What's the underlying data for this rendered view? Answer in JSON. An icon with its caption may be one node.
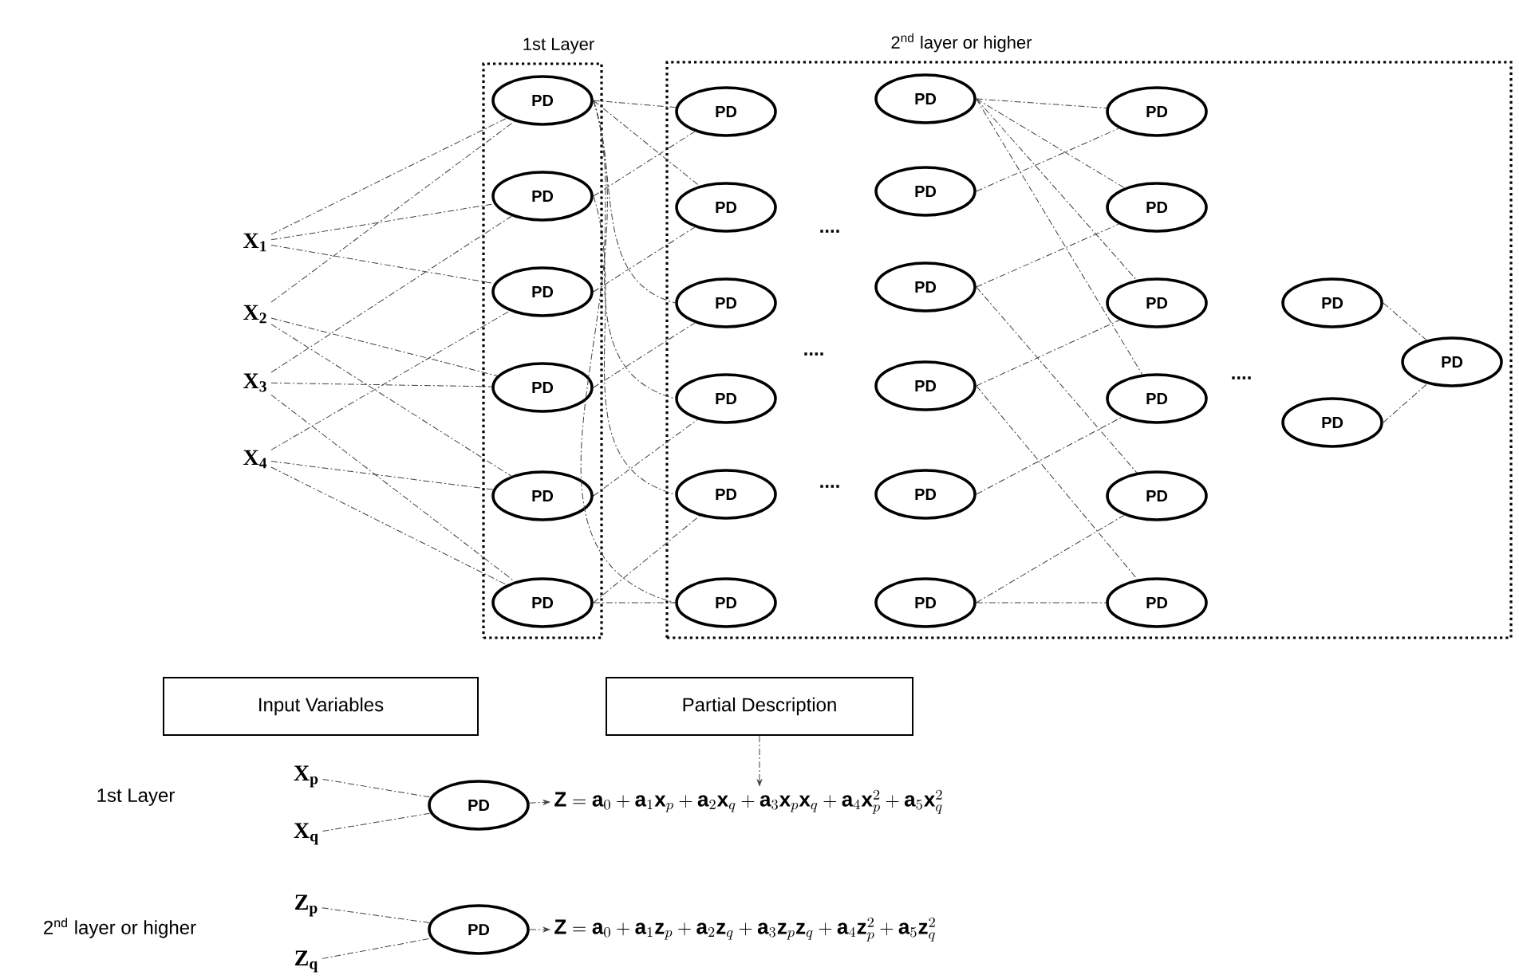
{
  "diagram": {
    "nodes": [
      {
        "text": [
          "1st Layer"
        ]
      },
      {
        "text": [
          "2$^{nd}$ layer or higher"
        ]
      },
      {
        "text": [
          "X$_{1}$"
        ]
      },
      {
        "text": [
          "X$_{2}$"
        ]
      },
      {
        "text": [
          "X$_{3}$"
        ]
      },
      {
        "text": [
          "X$_{4}$"
        ]
      },
      {
        "text": [
          "PD"
        ],
        "in": 0
      },
      {
        "text": [
          "PD"
        ],
        "in": 0
      },
      {
        "text": [
          "PD"
        ],
        "in": 0
      },
      {
        "text": [
          "PD"
        ],
        "in": 0
      },
      {
        "text": [
          "PD"
        ],
        "in": 0
      },
      {
        "text": [
          "PD"
        ],
        "in": 0
      },
      {
        "text": [
          "PD"
        ],
        "in": 1
      },
      {
        "text": [
          "PD"
        ],
        "in": 1
      },
      {
        "text": [
          "PD"
        ],
        "in": 1
      },
      {
        "text": [
          "PD"
        ],
        "in": 1
      },
      {
        "text": [
          "PD"
        ],
        "in": 1
      },
      {
        "text": [
          "PD"
        ],
        "in": 1
      },
      {
        "text": [
          "PD"
        ],
        "in": 1
      },
      {
        "text": [
          "PD"
        ],
        "in": 1
      },
      {
        "text": [
          "PD"
        ],
        "in": 1
      },
      {
        "text": [
          "PD"
        ],
        "in": 1
      },
      {
        "text": [
          "PD"
        ],
        "in": 1
      },
      {
        "text": [
          "PD"
        ],
        "in": 1
      },
      {
        "text": [
          "PD"
        ],
        "in": 1
      },
      {
        "text": [
          "PD"
        ],
        "in": 1
      },
      {
        "text": [
          "PD"
        ],
        "in": 1
      },
      {
        "text": [
          "PD"
        ],
        "in": 1
      },
      {
        "text": [
          "PD"
        ],
        "in": 1
      },
      {
        "text": [
          "PD"
        ],
        "in": 1
      },
      {
        "text": [
          "PD"
        ],
        "in": 1
      },
      {
        "text": [
          "PD"
        ],
        "in": 1
      },
      {
        "text": [
          "PD"
        ],
        "in": 1
      },
      {
        "text": [
          "Input Variables"
        ]
      },
      {
        "text": [
          "Partial Description"
        ]
      },
      {
        "text": [
          "X$_{p}$"
        ]
      },
      {
        "text": [
          "X$_{q}$"
        ]
      },
      {
        "text": [
          "PD"
        ]
      },
      {
        "text": [
          "\\mathbf{Z} = \\mathbf{a}_{0} + \\mathbf{a}_{1}\\mathbf{x}_{p} + \\mathbf{a}_{2}\\mathbf{x}_{q} + \\mathbf{a}_{3}\\mathbf{x}_{p}\\mathbf{x}_{q} + \\mathbf{a}_{4}\\mathbf{x}_{p}^{2} + \\mathbf{a}_{5}\\mathbf{x}_{q}^{2}"
        ]
      },
      {
        "text": [
          "Z$_{p}$"
        ]
      },
      {
        "text": [
          "Z$_{q}$"
        ]
      },
      {
        "text": [
          "PD"
        ]
      },
      {
        "text": [
          "\\mathbf{Z} = \\mathbf{a}_{0} + \\mathbf{a}_{1}\\mathbf{z}_{p} + \\mathbf{a}_{2}\\mathbf{z}_{q} + \\mathbf{a}_{3}\\mathbf{z}_{p}\\mathbf{z}_{q} + \\mathbf{a}_{4}\\mathbf{z}_{p}^{2} + \\mathbf{a}_{5}\\mathbf{z}_{q}^{2}"
        ]
      }
    ],
    "edges": [
      {
        "from": 2,
        "to": 6,
        "arrow": "none"
      },
      {
        "from": 3,
        "to": 6,
        "arrow": "none"
      },
      {
        "from": 2,
        "to": 7,
        "arrow": "none"
      },
      {
        "from": 4,
        "to": 7,
        "arrow": "none"
      },
      {
        "from": 2,
        "to": 8,
        "arrow": "none"
      },
      {
        "from": 5,
        "to": 8,
        "arrow": "none"
      },
      {
        "from": 3,
        "to": 9,
        "arrow": "none"
      },
      {
        "from": 4,
        "to": 9,
        "arrow": "none"
      },
      {
        "from": 3,
        "to": 10,
        "arrow": "none"
      },
      {
        "from": 5,
        "to": 10,
        "arrow": "none"
      },
      {
        "from": 4,
        "to": 11,
        "arrow": "none"
      },
      {
        "from": 5,
        "to": 11,
        "arrow": "none"
      },
      {
        "from": 6,
        "to": 12,
        "arrow": "none"
      },
      {
        "from": 7,
        "to": 12,
        "arrow": "none"
      },
      {
        "from": 6,
        "to": 13,
        "arrow": "none"
      },
      {
        "from": 8,
        "to": 13,
        "arrow": "none"
      },
      {
        "from": 6,
        "to": 14,
        "arrow": "none"
      },
      {
        "from": 9,
        "to": 14,
        "arrow": "none"
      },
      {
        "from": 6,
        "to": 15,
        "arrow": "none"
      },
      {
        "from": 10,
        "to": 15,
        "arrow": "none"
      },
      {
        "from": 7,
        "to": 16,
        "arrow": "none"
      },
      {
        "from": 11,
        "to": 16,
        "arrow": "none"
      },
      {
        "from": 6,
        "to": 17,
        "arrow": "none"
      },
      {
        "from": 11,
        "to": 17,
        "arrow": "none"
      },
      {
        "from": 18,
        "to": 24,
        "arrow": "none"
      },
      {
        "from": 19,
        "to": 24,
        "arrow": "none"
      },
      {
        "from": 18,
        "to": 25,
        "arrow": "none"
      },
      {
        "from": 20,
        "to": 25,
        "arrow": "none"
      },
      {
        "from": 18,
        "to": 26,
        "arrow": "none"
      },
      {
        "from": 21,
        "to": 26,
        "arrow": "none"
      },
      {
        "from": 18,
        "to": 27,
        "arrow": "none"
      },
      {
        "from": 22,
        "to": 27,
        "arrow": "none"
      },
      {
        "from": 20,
        "to": 28,
        "arrow": "none"
      },
      {
        "from": 23,
        "to": 28,
        "arrow": "none"
      },
      {
        "from": 21,
        "to": 29,
        "arrow": "none"
      },
      {
        "from": 23,
        "to": 29,
        "arrow": "none"
      },
      {
        "from": 30,
        "to": 32,
        "arrow": "none"
      },
      {
        "from": 31,
        "to": 32,
        "arrow": "none"
      },
      {
        "from": 35,
        "to": 37,
        "arrow": "none"
      },
      {
        "from": 36,
        "to": 37,
        "arrow": "none"
      },
      {
        "from": 37,
        "to": 38,
        "arrow": "to"
      },
      {
        "from": 39,
        "to": 41,
        "arrow": "none"
      },
      {
        "from": 40,
        "to": 41,
        "arrow": "none"
      },
      {
        "from": 41,
        "to": 42,
        "arrow": "to"
      },
      {
        "from": 34,
        "to": 38,
        "arrow": "to"
      }
    ],
    "labels": [
      "....",
      "....",
      "....",
      "....",
      "1st Layer",
      "2$^{nd}$ layer or higher"
    ]
  }
}
